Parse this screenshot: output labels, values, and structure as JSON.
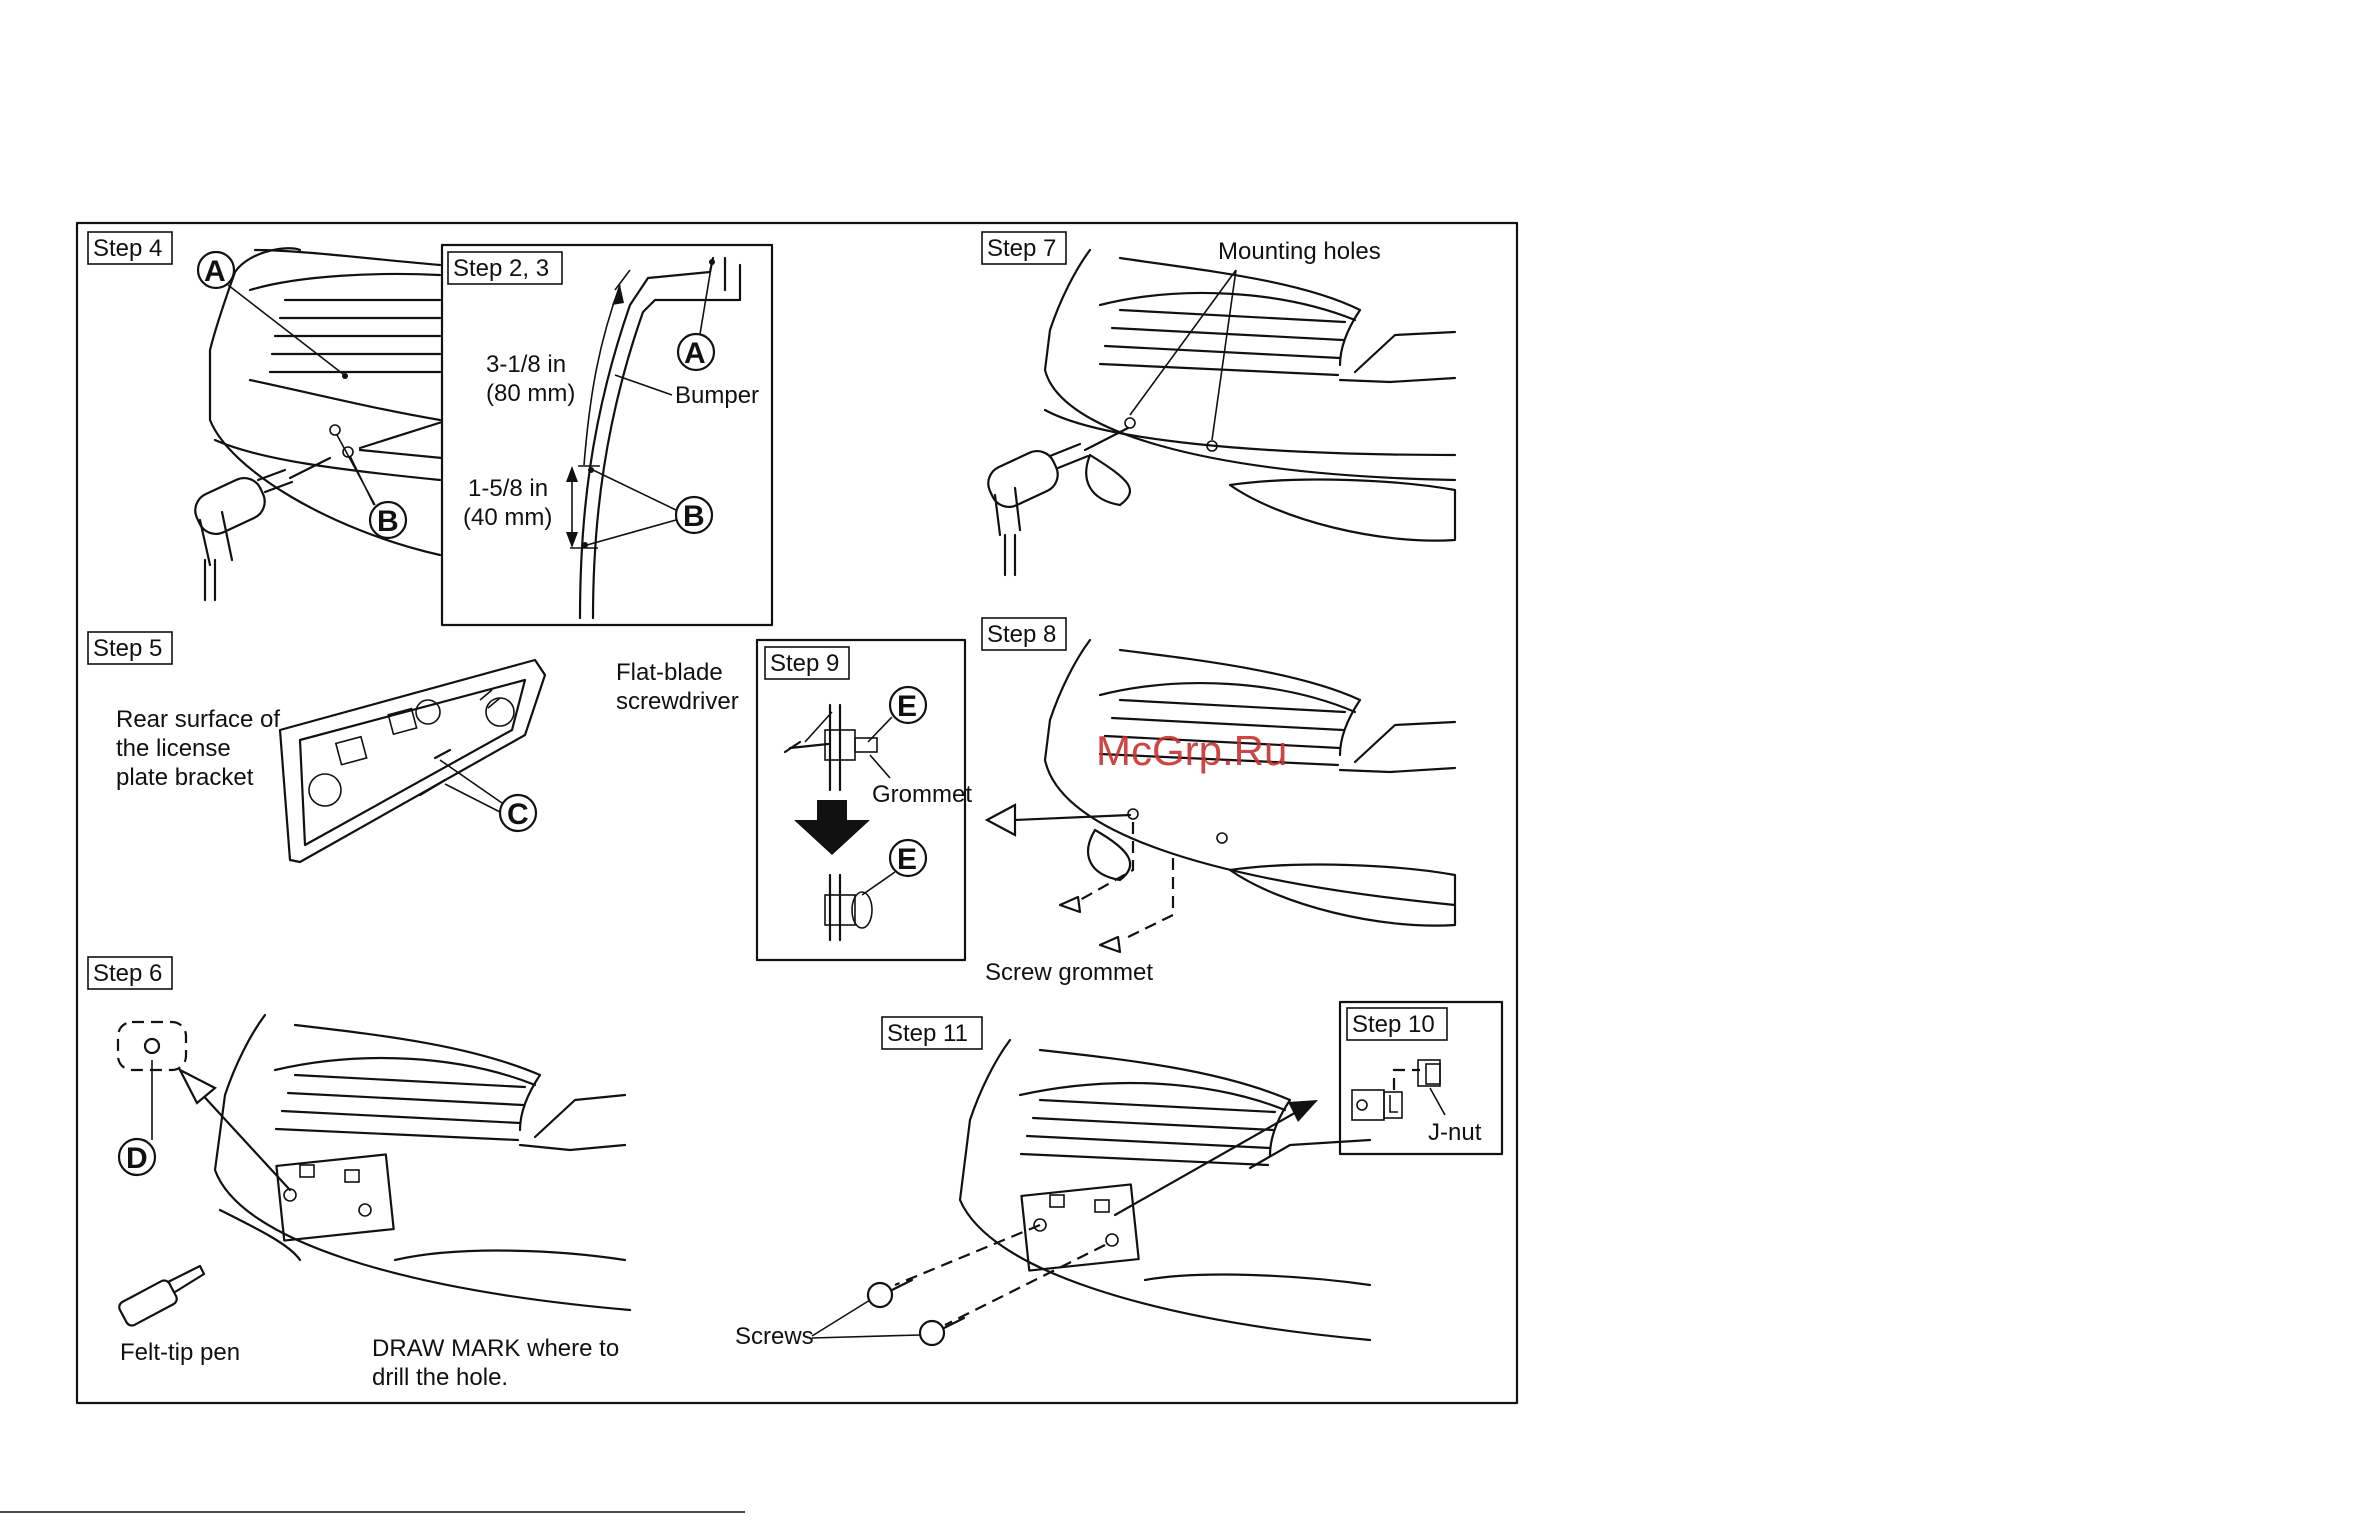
{
  "steps": {
    "step4": "Step 4",
    "step23": "Step 2, 3",
    "step7": "Step 7",
    "step5": "Step 5",
    "step9": "Step 9",
    "step8": "Step 8",
    "step6": "Step 6",
    "step11": "Step 11",
    "step10": "Step 10"
  },
  "callouts": {
    "a": "A",
    "b": "B",
    "c": "C",
    "d": "D",
    "e": "E"
  },
  "labels": {
    "dim1_line1": "3-1/8 in",
    "dim1_line2": "(80 mm)",
    "bumper": "Bumper",
    "dim2_line1": "1-5/8 in",
    "dim2_line2": "(40 mm)",
    "mounting_holes": "Mounting holes",
    "rear_surface_line1": "Rear surface of",
    "rear_surface_line2": "the license",
    "rear_surface_line3": "plate bracket",
    "flat_blade_line1": "Flat-blade",
    "flat_blade_line2": "screwdriver",
    "grommet": "Grommet",
    "screw_grommet": "Screw grommet",
    "felt_tip_pen": "Felt-tip pen",
    "draw_mark_line1": "DRAW MARK where to",
    "draw_mark_line2": "drill the hole.",
    "screws": "Screws",
    "j_nut": "J-nut"
  },
  "watermark": "McGrp.Ru",
  "colors": {
    "ink": "#111111",
    "watermark": "#c83232"
  }
}
